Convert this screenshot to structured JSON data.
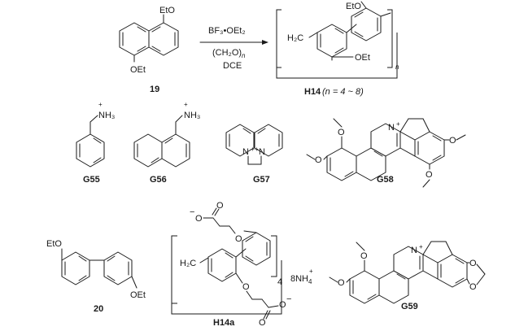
{
  "reaction": {
    "reagent_line1": "BF₃•OEt₂",
    "reagent_line2": "(CH₂O)",
    "reagent_line2_sub": "n",
    "reagent_line3": "DCE"
  },
  "compounds": {
    "c19": {
      "label": "19",
      "group_top": "EtO",
      "group_bottom": "OEt"
    },
    "h14": {
      "label": "H14",
      "range": "(n = 4 ~ 8)",
      "ch2": "H₂C",
      "group_top": "EtO",
      "group_bottom": "OEt",
      "repeat": "n"
    },
    "g55": {
      "label": "G55",
      "amine": "NH₃",
      "charge": "+"
    },
    "g56": {
      "label": "G56",
      "amine": "NH₃",
      "charge": "+"
    },
    "g57": {
      "label": "G57",
      "n_left": "N",
      "n_right": "N",
      "charge": "+"
    },
    "g58": {
      "label": "G58",
      "n": "N",
      "charge": "+",
      "methoxy": "O"
    },
    "c20": {
      "label": "20",
      "group_top": "EtO",
      "group_bottom": "OEt"
    },
    "h14a": {
      "label": "H14a",
      "ch2": "H₂C",
      "oxy": "O",
      "charge_minus": "−",
      "repeat": "4",
      "counterion": "8NH",
      "counterion_sub": "4",
      "counterion_charge": "+"
    },
    "g59": {
      "label": "G59",
      "n": "N",
      "charge": "+",
      "oxy": "O"
    }
  },
  "colors": {
    "ink": "#1a1a1a",
    "background": "#ffffff"
  }
}
